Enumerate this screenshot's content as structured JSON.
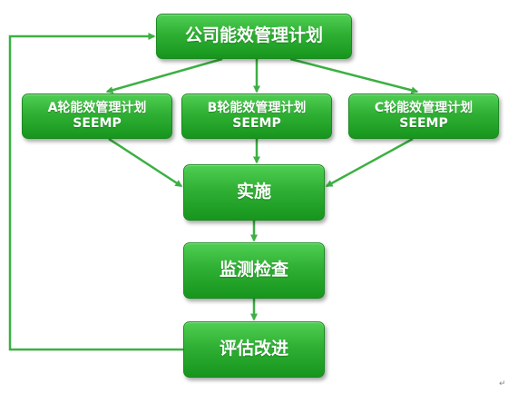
{
  "nodes": {
    "company": {
      "line1": "公司能效管理计划"
    },
    "ship_a": {
      "line1": "A轮能效管理计划",
      "line2": "SEEMP"
    },
    "ship_b": {
      "line1": "B轮能效管理计划",
      "line2": "SEEMP"
    },
    "ship_c": {
      "line1": "C轮能效管理计划",
      "line2": "SEEMP"
    },
    "implement": {
      "line1": "实施"
    },
    "monitor": {
      "line1": "监测检查"
    },
    "evaluate": {
      "line1": "评估改进"
    }
  },
  "edges": [
    {
      "from": "company",
      "to": "ship_a"
    },
    {
      "from": "company",
      "to": "ship_b"
    },
    {
      "from": "company",
      "to": "ship_c"
    },
    {
      "from": "ship_a",
      "to": "implement"
    },
    {
      "from": "ship_b",
      "to": "implement"
    },
    {
      "from": "ship_c",
      "to": "implement"
    },
    {
      "from": "implement",
      "to": "monitor"
    },
    {
      "from": "monitor",
      "to": "evaluate"
    },
    {
      "from": "evaluate",
      "to": "company"
    }
  ],
  "colors": {
    "node_fill": "#2fb034",
    "node_text": "#ffffff",
    "connector": "#3cb043"
  },
  "corner_mark": "↵"
}
